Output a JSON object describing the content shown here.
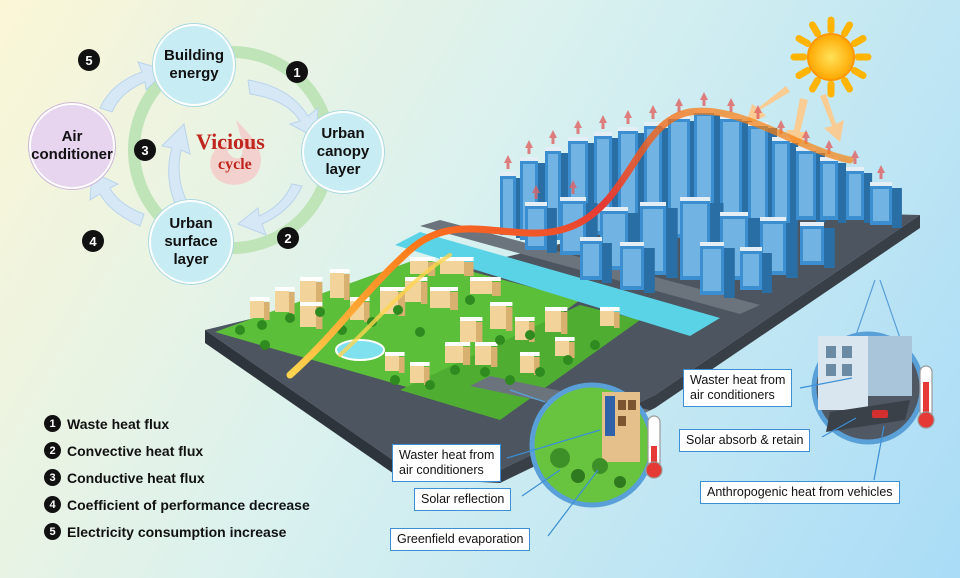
{
  "cycle": {
    "center_title": "Vicious",
    "center_subtitle": "cycle",
    "nodes": {
      "building_energy": "Building\nenergy",
      "urban_canopy_layer": "Urban\ncanopy\nlayer",
      "urban_surface_layer": "Urban\nsurface\nlayer",
      "air_conditioner": "Air\nconditioner"
    },
    "step_numbers": [
      "1",
      "2",
      "3",
      "4",
      "5"
    ]
  },
  "legend": [
    {
      "num": "1",
      "label": "Waste heat flux"
    },
    {
      "num": "2",
      "label": "Convective heat flux"
    },
    {
      "num": "3",
      "label": "Conductive heat flux"
    },
    {
      "num": "4",
      "label": "Coefficient of performance decrease"
    },
    {
      "num": "5",
      "label": "Electricity consumption increase"
    }
  ],
  "callouts": {
    "green_waste_heat": "Waster heat from\nair conditioners",
    "solar_reflection": "Solar reflection",
    "greenfield_evaporation": "Greenfield evaporation",
    "urban_waste_heat": "Waster heat from\nair conditioners",
    "solar_absorb": "Solar absorb & retain",
    "anthropogenic": "Anthropogenic heat from vehicles"
  },
  "colors": {
    "cycle_ring": "#bfe4b8",
    "node_blue": "#c8ecf4",
    "node_pink": "#e7d4ef",
    "arrow": "#cfe3f4",
    "vicious_red": "#c0261e",
    "grass": "#5cbf3a",
    "river": "#5ad3e6",
    "road": "#5e6770",
    "sun": "#ffb400",
    "heat_arrow": "#e06060",
    "callout_border": "#3b8fd6"
  }
}
